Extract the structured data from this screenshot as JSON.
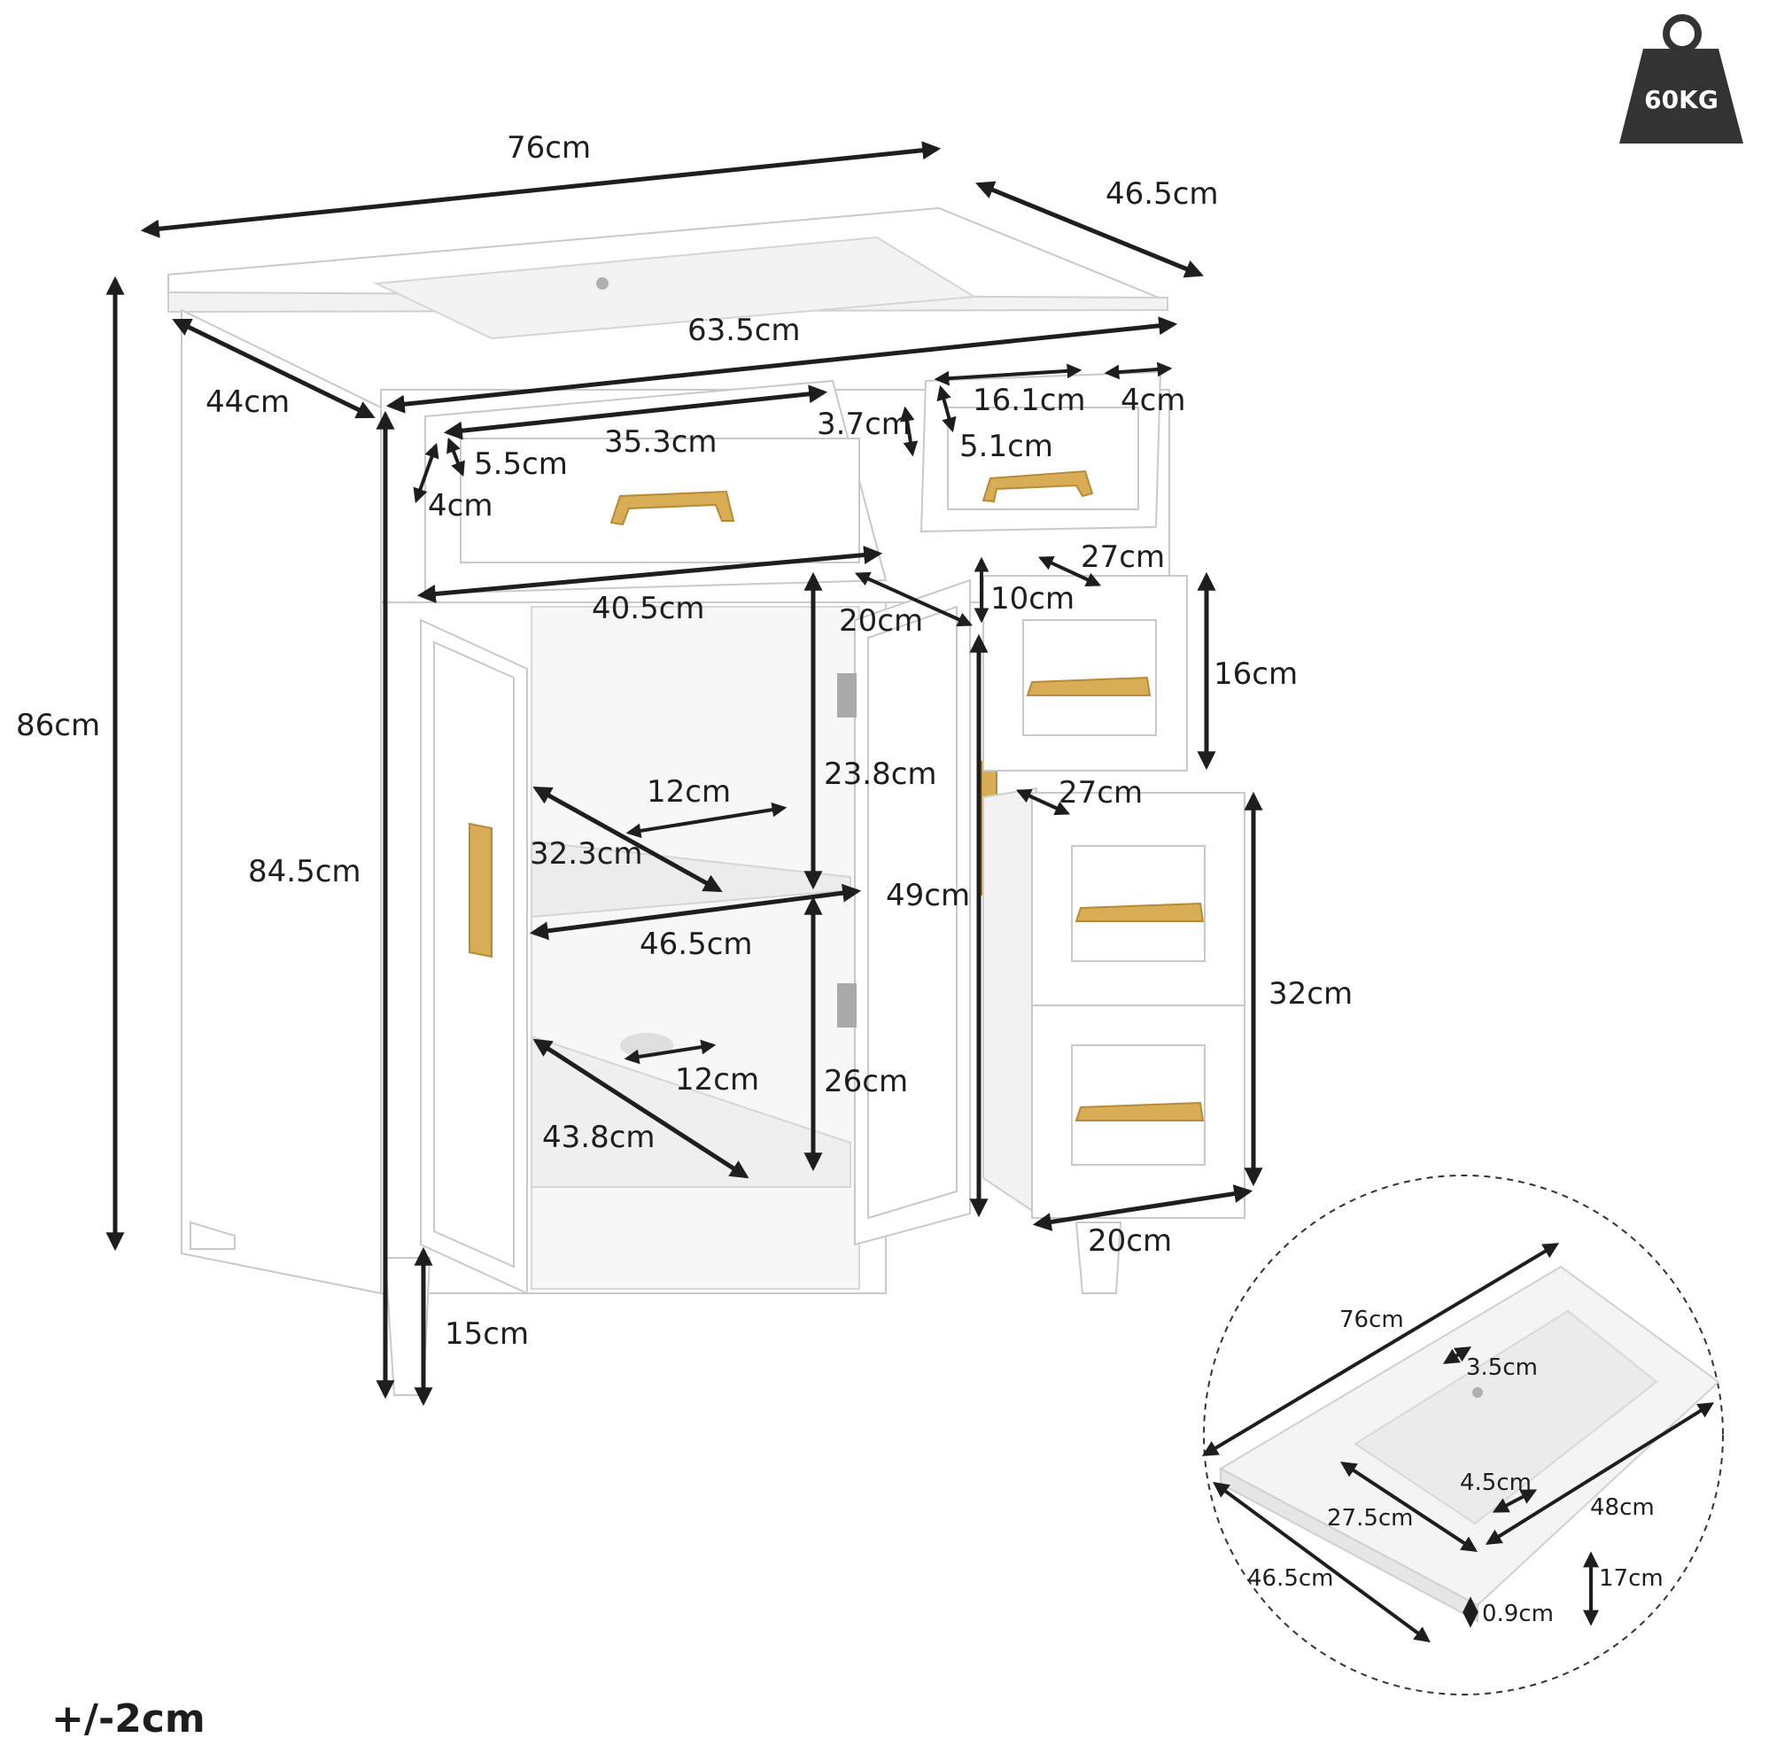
{
  "weight_badge": {
    "label": "60KG",
    "icon": "weight-icon",
    "color": "#333333"
  },
  "tolerance": "+/-2cm",
  "colors": {
    "cabinet": "#ffffff",
    "handle": "#d9ad55",
    "dimension_line": "#1e1e1e"
  },
  "dimensions": {
    "top_width": "76cm",
    "top_depth": "46.5cm",
    "inner_width": "63.5cm",
    "side_depth": "44cm",
    "total_height": "86cm",
    "cabinet_height": "84.5cm",
    "upper_drawer_width": "35.3cm",
    "upper_drawer_h1": "5.5cm",
    "upper_drawer_h2": "4cm",
    "gap": "3.7cm",
    "small_drawer_width": "16.1cm",
    "small_drawer_side": "4cm",
    "small_drawer_h": "5.1cm",
    "drawer_front_width": "40.5cm",
    "door_width": "20cm",
    "top_gap": "10cm",
    "right_drawer_depth": "27cm",
    "right_drawer_height": "16cm",
    "lower_drawer_depth": "27cm",
    "lower_drawer_height": "32cm",
    "lower_drawer_width": "20cm",
    "shelf_depth_cut": "12cm",
    "shelf_diag": "32.3cm",
    "upper_space_h": "23.8cm",
    "shelf_width": "46.5cm",
    "door_height": "49cm",
    "floor_cut": "12cm",
    "lower_space_h": "26cm",
    "floor_diag": "43.8cm",
    "leg_height": "15cm"
  },
  "sink_detail": {
    "width": "76cm",
    "overflow": "3.5cm",
    "basin_depth": "4.5cm",
    "basin_length": "27.5cm",
    "basin_width": "48cm",
    "depth": "46.5cm",
    "bowl_height": "17cm",
    "rim": "0.9cm"
  }
}
